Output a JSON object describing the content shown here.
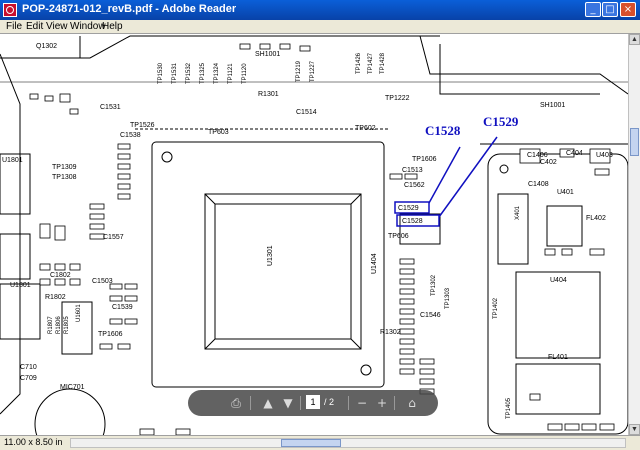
{
  "window": {
    "title": "POP-24871-012_revB.pdf - Adobe Reader",
    "min_glyph": "_",
    "max_glyph": "□",
    "close_glyph": "×"
  },
  "menu": {
    "file": "File",
    "edit": "Edit",
    "view": "View",
    "window": "Window",
    "help": "Help"
  },
  "status": {
    "page_size": "11.00 x 8.50 in"
  },
  "toolbar": {
    "current_page": "1",
    "total_pages": "/ 2"
  },
  "schematic": {
    "annotations": {
      "a": "C1528",
      "b": "C1529"
    },
    "chips": {
      "u1301": "U1301",
      "u1404": "U1404",
      "u1801": "U1801",
      "u404": "U404",
      "fl401": "FL401",
      "u401": "U401",
      "x401": "X401",
      "mic701": "MIC701",
      "u1601": "U1601",
      "u1801b": "U1801"
    },
    "boxed": {
      "c1529": "C1529",
      "c1528": "C1528"
    },
    "h_labels": [
      "Q1302",
      "SH1001",
      "TP1309",
      "TP1308",
      "C1531",
      "C1538",
      "TP1526",
      "TP603",
      "R1301",
      "C1514",
      "TP602",
      "TP1222",
      "C1513",
      "C1562",
      "C1557",
      "C1503",
      "R1802",
      "C1802",
      "C1539",
      "TP1606",
      "TP1606",
      "C1546",
      "R1302",
      "C1408",
      "C1406",
      "C404",
      "C402",
      "U403",
      "FL402",
      "C710",
      "C709",
      "TP606",
      "SH1001"
    ],
    "v_labels": [
      "TP1530",
      "TP1531",
      "TP1532",
      "TP1325",
      "TP1324",
      "TP1121",
      "TP1120",
      "TP1219",
      "TP1227",
      "TP1426",
      "TP1427",
      "TP1428",
      "TP1302",
      "TP1303",
      "TP1402",
      "TP1405",
      "R1807",
      "R1806",
      "R1805"
    ]
  }
}
